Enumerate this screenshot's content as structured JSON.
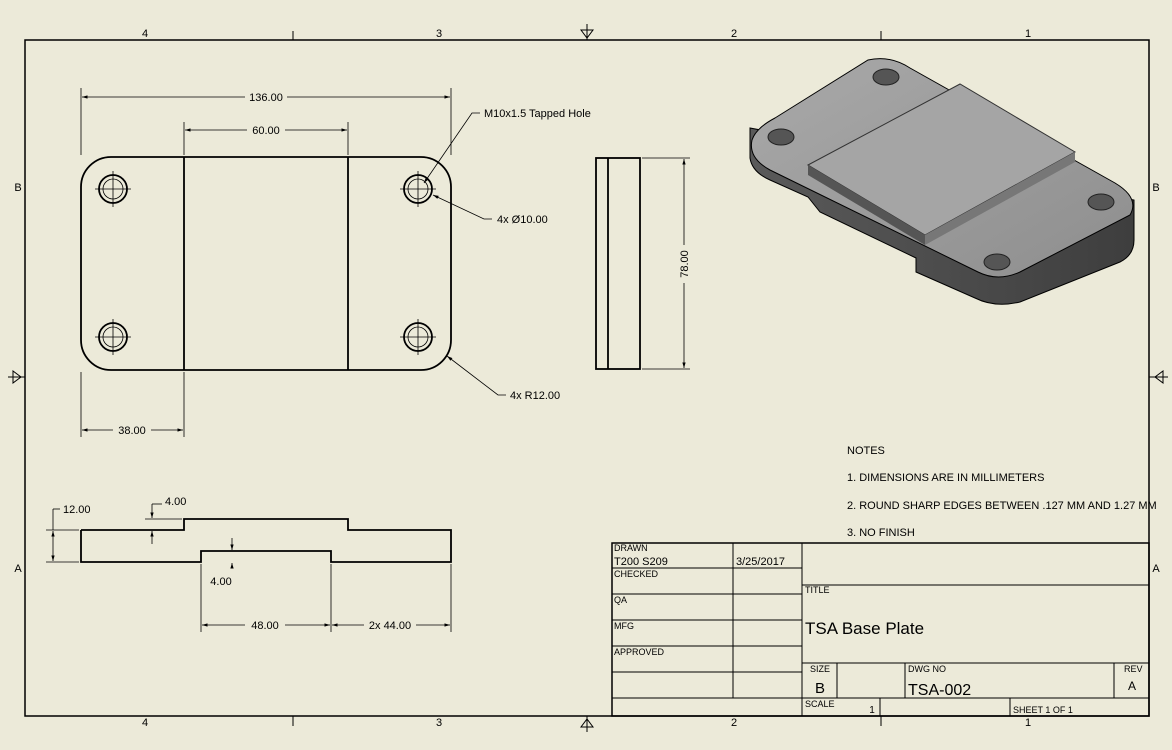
{
  "zones": {
    "columns": [
      "4",
      "3",
      "2",
      "1"
    ],
    "rows": [
      "B",
      "A"
    ]
  },
  "views": {
    "top": {
      "overall_width": "136.00",
      "center_width": "60.00",
      "left_offset": "38.00",
      "tapped_hole_note": "M10x1.5 Tapped Hole",
      "hole_note": "4x Ø10.00",
      "radius_note": "4x R12.00"
    },
    "side": {
      "height": "78.00"
    },
    "front": {
      "thickness": "12.00",
      "step_top": "4.00",
      "step_bottom": "4.00",
      "slot_width": "48.00",
      "ends": "2x 44.00"
    }
  },
  "notes": {
    "heading": "NOTES",
    "items": [
      "1. DIMENSIONS ARE IN MILLIMETERS",
      "2. ROUND SHARP EDGES BETWEEN .127 MM AND 1.27 MM",
      "3. NO FINISH"
    ]
  },
  "title_block": {
    "drawn_label": "DRAWN",
    "drawn_by": "T200 S209",
    "drawn_date": "3/25/2017",
    "checked_label": "CHECKED",
    "qa_label": "QA",
    "mfg_label": "MFG",
    "approved_label": "APPROVED",
    "title_label": "TITLE",
    "title": "TSA Base Plate",
    "size_label": "SIZE",
    "size": "B",
    "dwg_no_label": "DWG NO",
    "dwg_no": "TSA-002",
    "rev_label": "REV",
    "rev": "A",
    "scale_label": "SCALE",
    "scale": "1",
    "sheet": "SHEET 1   OF 1"
  }
}
